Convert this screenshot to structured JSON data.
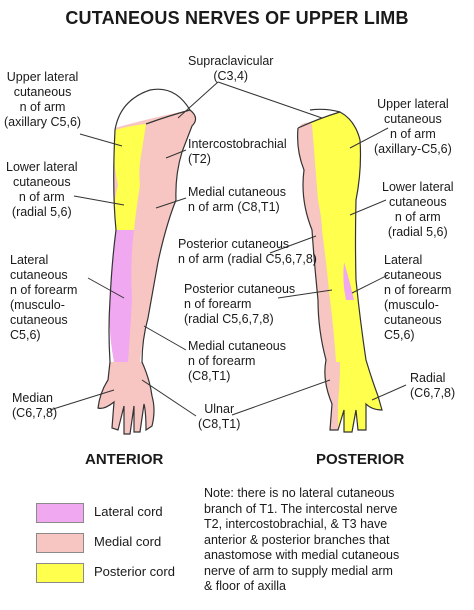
{
  "title": "CUTANEOUS NERVES OF UPPER LIMB",
  "colors": {
    "lateral_cord": "#f0a8f0",
    "medial_cord": "#f7c6c2",
    "posterior_cord": "#ffff4d",
    "outline": "#333333",
    "leader_line": "#333333"
  },
  "labels": {
    "supraclavicular": [
      "Supraclavicular",
      "(C3,4)"
    ],
    "anterior_upper_lateral": [
      "Upper lateral",
      "cutaneous",
      "n of arm",
      "(axillary C5,6)"
    ],
    "anterior_lower_lateral": [
      "Lower lateral",
      "cutaneous",
      "n of arm",
      "(radial 5,6)"
    ],
    "anterior_lateral_forearm": [
      "Lateral",
      "cutaneous",
      "n of forearm",
      "(musculo-",
      "cutaneous",
      "C5,6)"
    ],
    "median": [
      "Median",
      "(C6,7,8)"
    ],
    "intercostobrachial": [
      "Intercostobrachial",
      "(T2)"
    ],
    "medial_arm": [
      "Medial cutaneous",
      "n of arm (C8,T1)"
    ],
    "posterior_arm": [
      "Posterior cutaneous",
      "n of arm (radial C5,6,7,8)"
    ],
    "posterior_forearm": [
      "Posterior cutaneous",
      "n of forearm",
      "(radial C5,6,7,8)"
    ],
    "medial_forearm": [
      "Medial cutaneous",
      "n of forearm",
      "(C8,T1)"
    ],
    "ulnar": [
      "Ulnar",
      "(C8,T1)"
    ],
    "posterior_upper_lateral": [
      "Upper lateral",
      "cutaneous",
      "n of arm",
      "(axillary-C5,6)"
    ],
    "posterior_lower_lateral": [
      "Lower lateral",
      "cutaneous",
      "n of arm",
      "(radial 5,6)"
    ],
    "posterior_lateral_forearm": [
      "Lateral",
      "cutaneous",
      "n of forearm",
      "(musculo-",
      "cutaneous",
      "C5,6)"
    ],
    "radial": [
      "Radial",
      "(C6,7,8)"
    ]
  },
  "views": {
    "anterior": "ANTERIOR",
    "posterior": "POSTERIOR"
  },
  "legend": [
    {
      "label": "Lateral cord",
      "color": "#f0a8f0"
    },
    {
      "label": "Medial cord",
      "color": "#f7c6c2"
    },
    {
      "label": "Posterior cord",
      "color": "#ffff4d"
    }
  ],
  "note": [
    "Note: there is no lateral cutaneous",
    "branch of T1. The intercostal nerve",
    "T2, intercostobrachial, & T3 have",
    "anterior & posterior branches that",
    "anastomose with medial cutaneous",
    "nerve of arm to supply medial arm",
    "& floor of axilla"
  ]
}
